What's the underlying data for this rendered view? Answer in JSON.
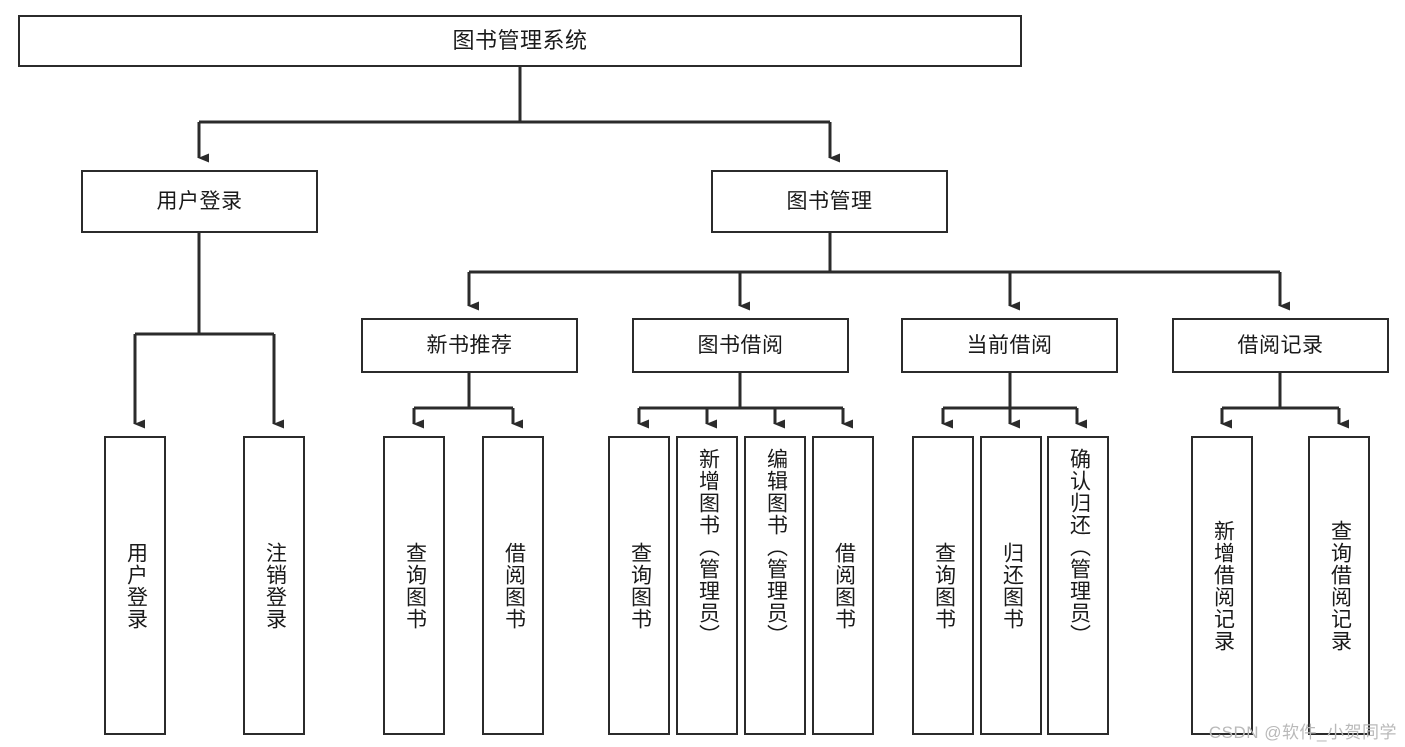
{
  "diagram": {
    "title": "图书管理系统",
    "type": "tree-structure-chart",
    "line_color": "#2b2b2b",
    "box_fill": "#ffffff",
    "text_color": "#1a1a1a"
  },
  "root": {
    "label": "图书管理系统"
  },
  "level2": [
    {
      "label": "用户登录"
    },
    {
      "label": "图书管理"
    }
  ],
  "level3": [
    {
      "label": "新书推荐"
    },
    {
      "label": "图书借阅"
    },
    {
      "label": "当前借阅"
    },
    {
      "label": "借阅记录"
    }
  ],
  "leaves": {
    "user_login": [
      {
        "label": "用户登录"
      },
      {
        "label": "注销登录"
      }
    ],
    "new_book_recommend": [
      {
        "label": "查询图书"
      },
      {
        "label": "借阅图书"
      }
    ],
    "book_borrow": [
      {
        "label": "查询图书"
      },
      {
        "label": "新增图书（管理员）"
      },
      {
        "label": "编辑图书（管理员）"
      },
      {
        "label": "借阅图书"
      }
    ],
    "current_borrow": [
      {
        "label": "查询图书"
      },
      {
        "label": "归还图书"
      },
      {
        "label": "确认归还（管理员）"
      }
    ],
    "borrow_record": [
      {
        "label": "新增借阅记录"
      },
      {
        "label": "查询借阅记录"
      }
    ]
  },
  "watermark": {
    "text": "CSDN @软件_小贺同学"
  }
}
